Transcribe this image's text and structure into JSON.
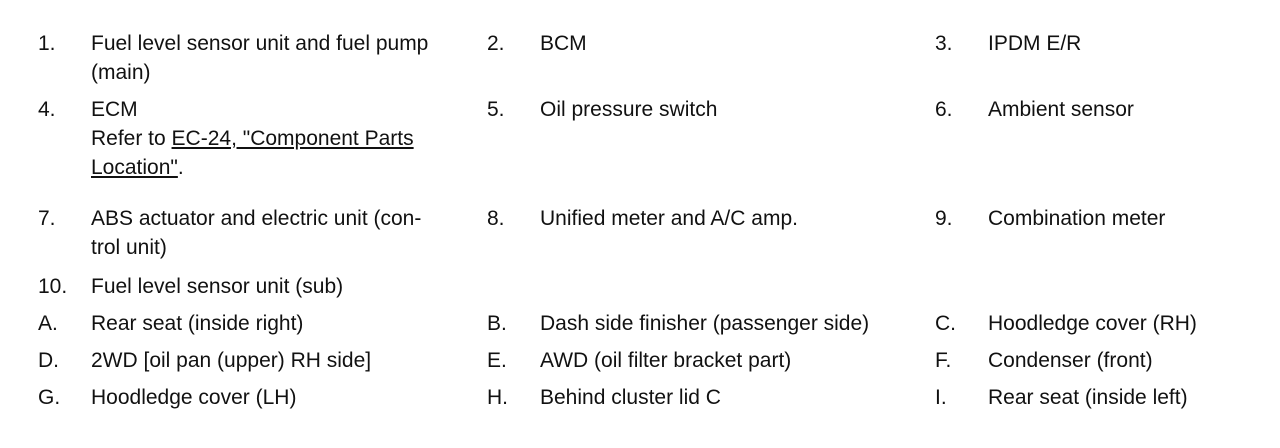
{
  "items": [
    {
      "num": "1.",
      "lines": [
        "Fuel level sensor unit and fuel pump",
        "(main)"
      ]
    },
    {
      "num": "2.",
      "lines": [
        "BCM"
      ]
    },
    {
      "num": "3.",
      "lines": [
        "IPDM E/R"
      ]
    },
    {
      "num": "4.",
      "lines": [
        "ECM"
      ],
      "ref_prefix": "Refer to ",
      "ref_link_line1": "EC-24, \"Component Parts ",
      "ref_link_line2": "Location\"",
      "ref_suffix": "."
    },
    {
      "num": "5.",
      "lines": [
        "Oil pressure switch"
      ]
    },
    {
      "num": "6.",
      "lines": [
        "Ambient sensor"
      ]
    },
    {
      "num": "7.",
      "lines": [
        "ABS actuator and electric unit (con-",
        "trol unit)"
      ]
    },
    {
      "num": "8.",
      "lines": [
        "Unified meter and A/C amp."
      ]
    },
    {
      "num": "9.",
      "lines": [
        "Combination meter"
      ]
    },
    {
      "num": "10.",
      "lines": [
        "Fuel level sensor unit (sub)"
      ]
    },
    {
      "num": "A.",
      "lines": [
        "Rear seat (inside right)"
      ]
    },
    {
      "num": "B.",
      "lines": [
        "Dash side finisher (passenger side)"
      ]
    },
    {
      "num": "C.",
      "lines": [
        "Hoodledge cover (RH)"
      ]
    },
    {
      "num": "D.",
      "lines": [
        "2WD [oil pan (upper) RH side]"
      ]
    },
    {
      "num": "E.",
      "lines": [
        "AWD (oil filter bracket part)"
      ]
    },
    {
      "num": "F.",
      "lines": [
        "Condenser (front)"
      ]
    },
    {
      "num": "G.",
      "lines": [
        "Hoodledge cover (LH)"
      ]
    },
    {
      "num": "H.",
      "lines": [
        "Behind cluster lid C"
      ]
    },
    {
      "num": "I.",
      "lines": [
        "Rear seat (inside left)"
      ]
    }
  ]
}
